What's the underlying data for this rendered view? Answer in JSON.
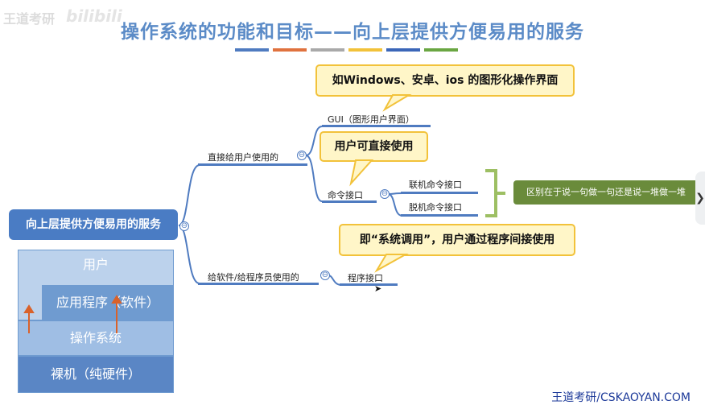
{
  "watermark": {
    "text": "王道考研",
    "brand": "bilibili"
  },
  "title": "操作系统的功能和目标——向上层提供方便易用的服务",
  "color_bars": [
    "#4f7bc0",
    "#e0723e",
    "#a9a9a9",
    "#f2c23a",
    "#3b66b8",
    "#6aa642"
  ],
  "root": {
    "label": "向上层提供方便易用的服务"
  },
  "branches": {
    "direct": "直接给用户使用的",
    "gui": "GUI（图形用户界面）",
    "command": "命令接口",
    "online": "联机命令接口",
    "offline": "脱机命令接口",
    "software": "给软件/给程序员使用的",
    "program": "程序接口"
  },
  "callouts": {
    "gui": "如Windows、安卓、ios 的图形化操作界面",
    "command": "用户可直接使用",
    "program": "即“系统调用”，用户通过程序间接使用"
  },
  "note": "区别在于说一句做一句还是说一堆做一堆",
  "layers": {
    "user": "用户",
    "app": "应用程序（软件）",
    "os": "操作系统",
    "hardware": "裸机（纯硬件）"
  },
  "footer": "王道考研/CSKAOYAN.COM",
  "icons": {
    "collapse": "⊖",
    "next": "❯"
  }
}
